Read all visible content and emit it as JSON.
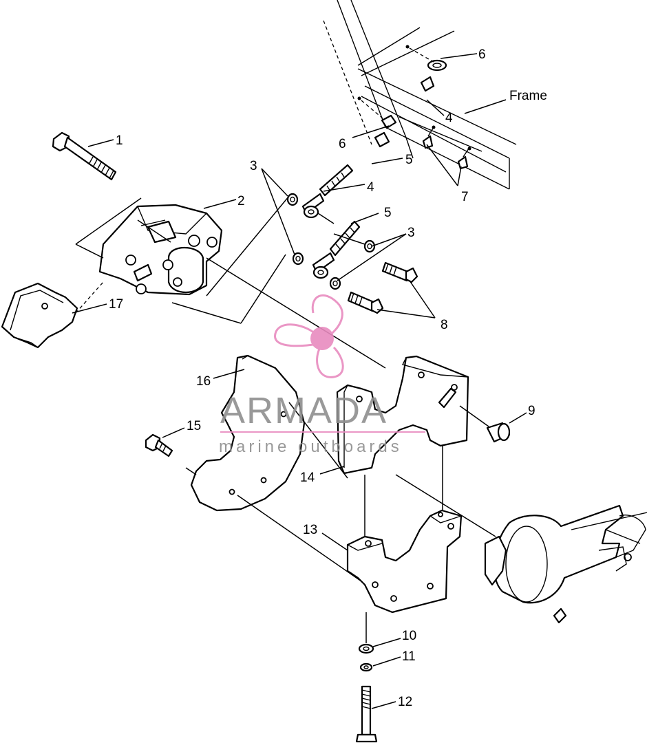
{
  "callouts": {
    "c1": "1",
    "c2": "2",
    "c3a": "3",
    "c3b": "3",
    "c4a": "4",
    "c4b": "4",
    "c5a": "5",
    "c5b": "5",
    "c6a": "6",
    "c6b": "6",
    "c7": "7",
    "c8": "8",
    "c9": "9",
    "c10": "10",
    "c11": "11",
    "c12": "12",
    "c13": "13",
    "c14": "14",
    "c15": "15",
    "c16": "16",
    "c17": "17",
    "frame": "Frame"
  },
  "watermark": {
    "brand": "ARMADA",
    "tagline": "marine outboards",
    "accent_color": "#e88bbf",
    "text_color": "#8f8f8f"
  }
}
